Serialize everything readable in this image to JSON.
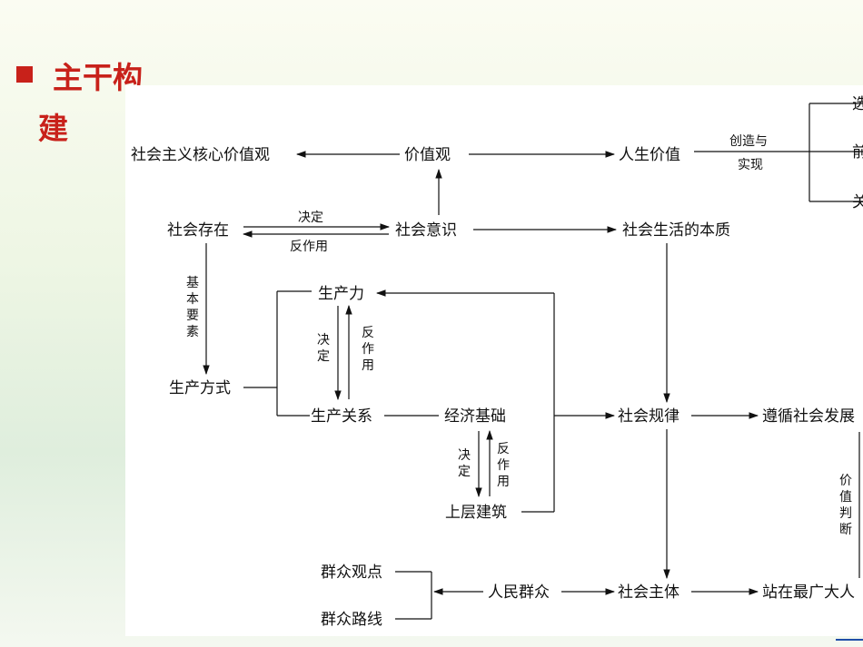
{
  "heading": {
    "line1": "主干构",
    "line2": "建"
  },
  "nodes": {
    "core_values": "社会主义核心价值观",
    "values": "价值观",
    "life_value": "人生价值",
    "create_realize": [
      "创造与",
      "实现"
    ],
    "right_top": "选",
    "right_mid": "前",
    "right_bot": "关",
    "social_existence": "社会存在",
    "decide": "决定",
    "react": "反作用",
    "social_consciousness": "社会意识",
    "social_life_essence": "社会生活的本质",
    "basic_elements": [
      "基",
      "本",
      "要",
      "素"
    ],
    "productive_forces": "生产力",
    "decide_v": [
      "决",
      "定"
    ],
    "react_v": [
      "反",
      "作",
      "用"
    ],
    "mode_of_production": "生产方式",
    "relations_of_production": "生产关系",
    "economic_base": "经济基础",
    "social_law": "社会规律",
    "follow_law": "遵循社会发展",
    "value_judgment": [
      "价",
      "值",
      "判",
      "断"
    ],
    "superstructure": "上层建筑",
    "mass_viewpoint": "群众观点",
    "mass_line": "群众路线",
    "people": "人民群众",
    "social_subject": "社会主体",
    "stand_with_people": "站在最广大人"
  }
}
